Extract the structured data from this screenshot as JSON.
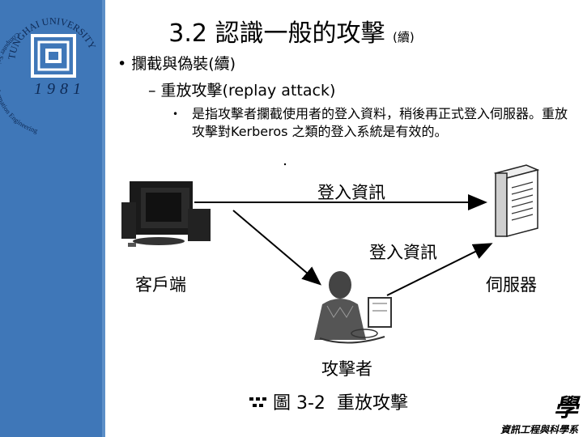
{
  "logo": {
    "university_text": "TUNGHAI UNIVERSITY",
    "year": "1981",
    "department_text": "Computer Science & Information Engineering"
  },
  "slide": {
    "title": "3.2 認識一般的攻擊",
    "title_suffix": "(續)",
    "bullet1": "攔截與偽裝(續)",
    "bullet1_marker": "•",
    "bullet2": "重放攻擊(replay attack)",
    "bullet2_marker": "–",
    "bullet3_marker": "•",
    "bullet3": "是指攻擊者攔截使用者的登入資料，稍後再正式登入伺服器。重放攻擊對Kerberos 之類的登入系統是有效的。"
  },
  "diagram": {
    "client_label": "客戶端",
    "server_label": "伺服器",
    "attacker_label": "攻擊者",
    "top_arrow_label": "登入資訊",
    "bottom_arrow_label": "登入資訊",
    "caption_prefix": "圖 3-2",
    "caption_title": "重放攻擊"
  },
  "footer": {
    "char": "學",
    "dept": "資訊工程與科學系"
  },
  "colors": {
    "sidebar": "#3f77b8"
  }
}
